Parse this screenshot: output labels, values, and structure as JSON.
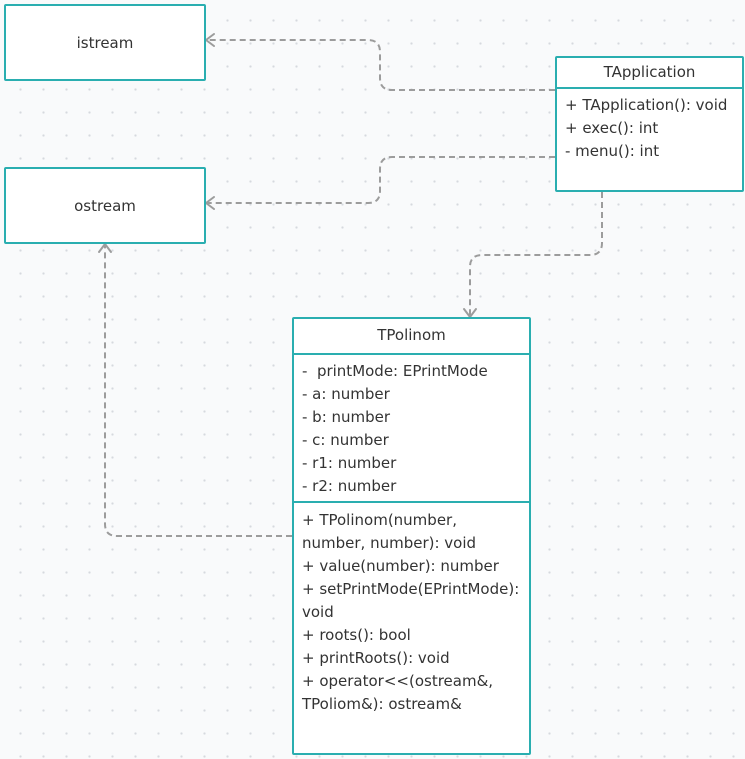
{
  "nodes": {
    "istream": {
      "label": "istream"
    },
    "ostream": {
      "label": "ostream"
    },
    "tapplication": {
      "title": "TApplication",
      "methods": [
        "+ TApplication(): void",
        "+ exec(): int",
        "- menu(): int"
      ]
    },
    "tpolinom": {
      "title": "TPolinom",
      "attributes": [
        "-  printMode: EPrintMode",
        "- a: number",
        "- b: number",
        "- c: number",
        "- r1: number",
        "- r2: number"
      ],
      "methods": [
        "+ TPolinom(number, number, number): void",
        "+ value(number): number",
        "+ setPrintMode(EPrintMode): void",
        "+ roots(): bool",
        "+ printRoots(): void",
        "+ operator<<(ostream&, TPoliom&): ostream&"
      ]
    }
  },
  "edges": [
    {
      "from": "tapplication",
      "to": "istream",
      "style": "dashed"
    },
    {
      "from": "tapplication",
      "to": "ostream",
      "style": "dashed"
    },
    {
      "from": "tapplication",
      "to": "tpolinom",
      "style": "dashed"
    },
    {
      "from": "tpolinom",
      "to": "ostream",
      "style": "dashed"
    }
  ]
}
